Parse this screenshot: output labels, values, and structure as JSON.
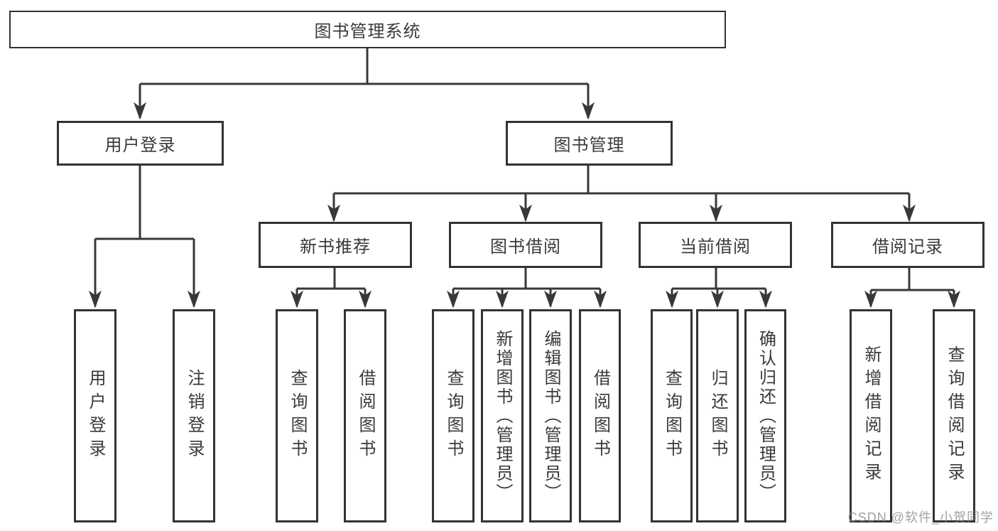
{
  "diagram": {
    "root": "图书管理系统",
    "level2": {
      "user_login": "用户登录",
      "book_management": "图书管理"
    },
    "level3": {
      "new_book_recommend": "新书推荐",
      "book_borrow": "图书借阅",
      "current_borrow": "当前借阅",
      "borrow_records": "借阅记录"
    },
    "leaves": {
      "user_login_login": "用户登录",
      "user_login_logout": "注销登录",
      "recommend_query_books": "查询图书",
      "recommend_borrow_books": "借阅图书",
      "borrow_query_books": "查询图书",
      "borrow_add_books_admin": "新增图书（管理员）",
      "borrow_edit_books_admin": "编辑图书（管理员）",
      "borrow_borrow_books": "借阅图书",
      "current_query_books": "查询图书",
      "current_return_books": "归还图书",
      "current_confirm_return_admin": "确认归还（管理员）",
      "records_add_record": "新增借阅记录",
      "records_query_record": "查询借阅记录"
    }
  },
  "watermark": {
    "text": "CSDN @软件_小贺同学"
  },
  "colors": {
    "line": "#383838",
    "border": "#333333",
    "text": "#3a3a3a",
    "background": "#ffffff",
    "watermark": "#828282"
  }
}
